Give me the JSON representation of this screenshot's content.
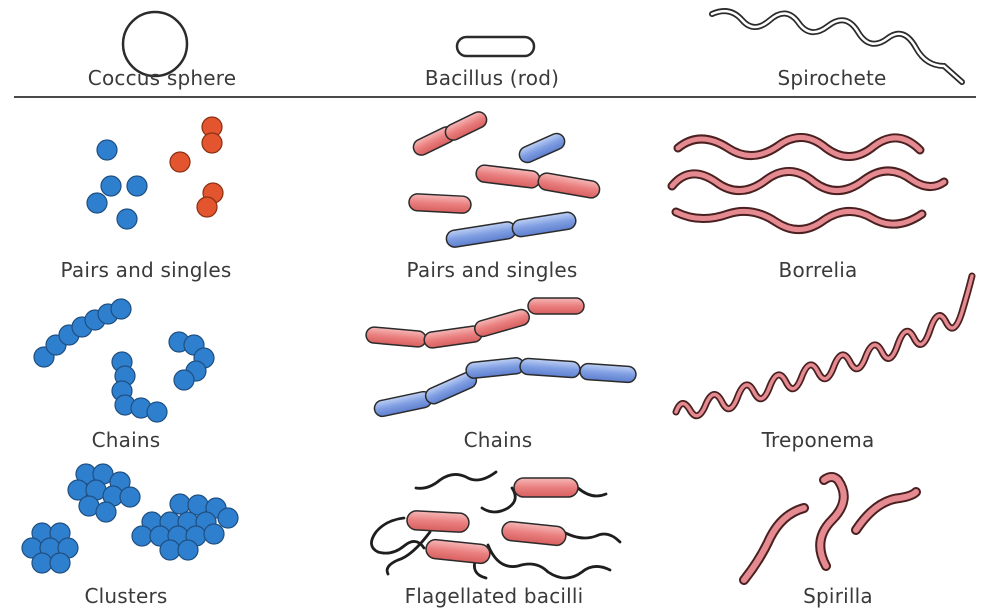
{
  "header": {
    "coccus": "Coccus sphere",
    "bacillus": "Bacillus (rod)",
    "spirochete": "Spirochete"
  },
  "rows": [
    {
      "coccus": "Pairs and singles",
      "bacillus": "Pairs and singles",
      "spiral": "Borrelia"
    },
    {
      "coccus": "Chains",
      "bacillus": "Chains",
      "spiral": "Treponema"
    },
    {
      "coccus": "Clusters",
      "bacillus": "Flagellated bacilli",
      "spiral": "Spirilla"
    }
  ],
  "colors": {
    "blue": "#2f7fcf",
    "orange": "#e2552e",
    "red_rod": "#ea7f7f",
    "blue_rod": "#7f9ee2",
    "spiral": "#d66a72",
    "outline": "#2b2b2b"
  }
}
